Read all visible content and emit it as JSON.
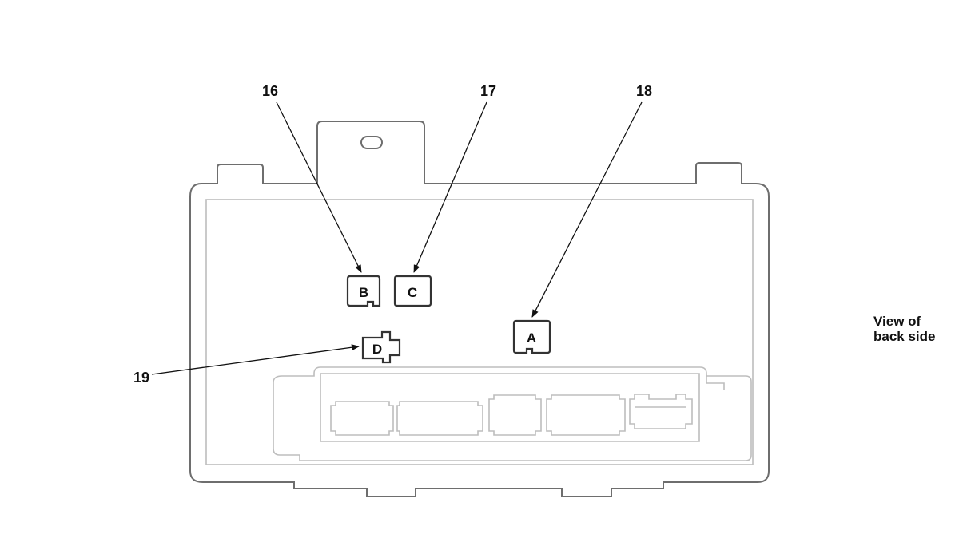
{
  "diagram": {
    "callouts": [
      {
        "number": "16",
        "connector": "B"
      },
      {
        "number": "17",
        "connector": "C"
      },
      {
        "number": "18",
        "connector": "A"
      },
      {
        "number": "19",
        "connector": "D"
      }
    ],
    "view_label": [
      "View of",
      "back side"
    ],
    "colors": {
      "housing_outline": "#6e6e6e",
      "inner_outline": "#bdbdbd",
      "connector_outline": "#333333",
      "text": "#111111"
    }
  }
}
